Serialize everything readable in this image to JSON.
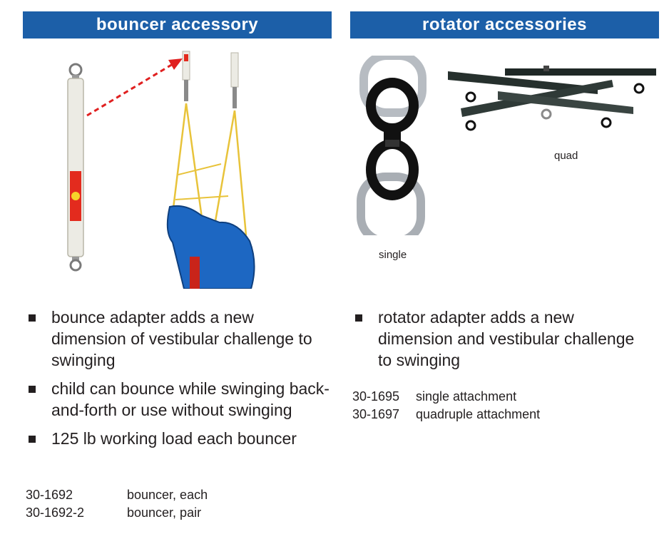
{
  "left": {
    "header": "bouncer accessory",
    "bullets": [
      "bounce adapter adds a new dimension of vestibular challenge to swinging",
      "child can bounce while swinging back-and-forth or use without swinging",
      "125 lb working load each bouncer"
    ],
    "products": [
      {
        "number": "30-1692",
        "desc": "bouncer, each"
      },
      {
        "number": "30-1692-2",
        "desc": "bouncer, pair"
      }
    ]
  },
  "right": {
    "header": "rotator accessories",
    "captions": {
      "single": "single",
      "quad": "quad"
    },
    "bullets": [
      "rotator adapter adds a new dimension and vestibular challenge to swinging"
    ],
    "products": [
      {
        "number": "30-1695",
        "desc": "single attachment"
      },
      {
        "number": "30-1697",
        "desc": "quadruple attachment"
      }
    ]
  },
  "colors": {
    "header_bg": "#1c5fa8",
    "header_text": "#ffffff",
    "text": "#231f20",
    "arrow": "#e02020"
  }
}
